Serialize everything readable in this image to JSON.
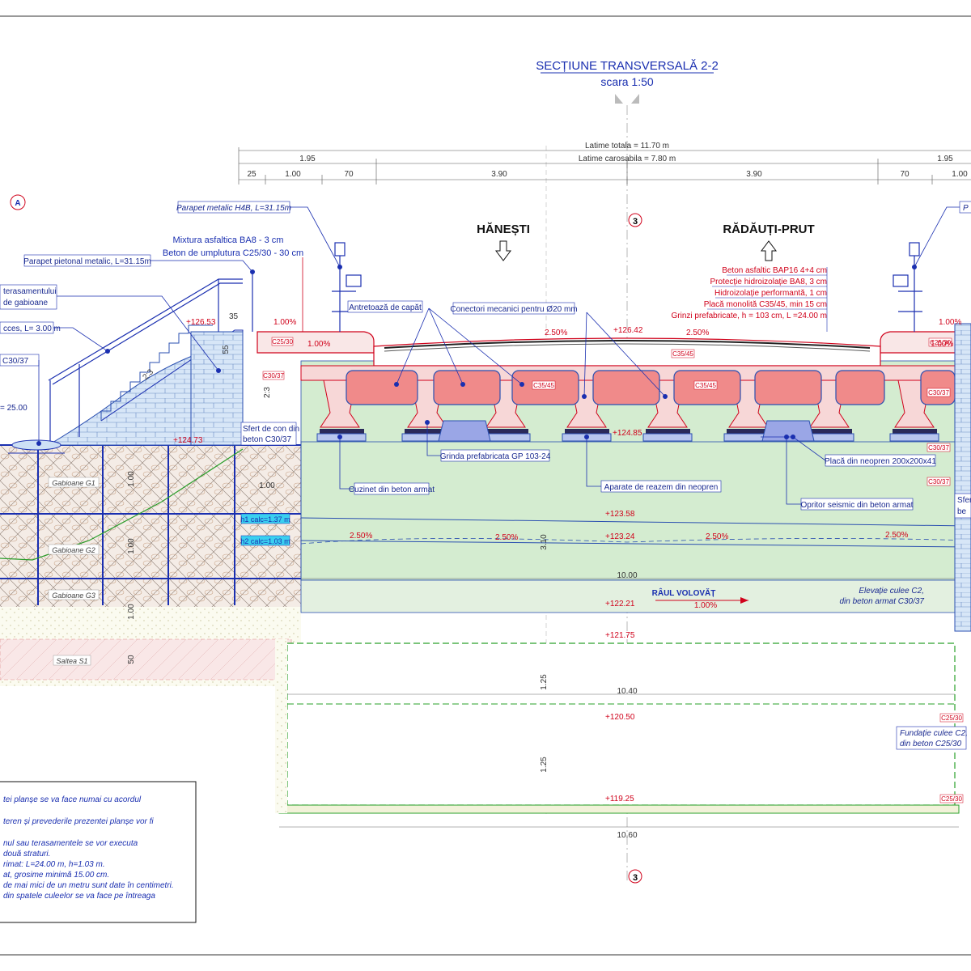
{
  "title": "SECȚIUNE TRANSVERSALĂ  2-2",
  "scale": "scara 1:50",
  "section_marker": "3",
  "abutment_marker": "A",
  "directions": {
    "left": "HĂNEȘTI",
    "right": "RĂDĂUȚI-PRUT"
  },
  "dimensions": {
    "total": "Latime totala = 11.70 m",
    "carriageway": "Latime carosabila = 7.80 m",
    "sidewalk": "1.95",
    "seg_25": "25",
    "seg_100": "1.00",
    "seg_70": "70",
    "lane": "3.90",
    "v_100": "1.00",
    "v_310": "3.10",
    "v_50": "50",
    "v_125": "1.25",
    "v_35": "35",
    "v_55": "55",
    "v_23": "2:3",
    "w_1000": "10.00",
    "w_1040": "10.40",
    "w_1060": "10.60",
    "left_25": "= 25.00"
  },
  "elevations": {
    "e12653": "+126.53",
    "e12642": "+126.42",
    "e12473": "+124.73",
    "e12485": "+124.85",
    "e12358": "+123.58",
    "e12324": "+123.24",
    "e12221": "+122.21",
    "e12175": "+121.75",
    "e12050": "+120.50",
    "e11925": "+119.25"
  },
  "slopes": {
    "s100": "1.00%",
    "s250": "2.50%"
  },
  "left_callouts": {
    "parapet_metal": "Parapet metalic H4B, L=31.15m",
    "mix_asphalt": "Mixtura asfaltica BA8 - 3 cm",
    "fill_concrete": "Beton de umplutura C25/30 - 30 cm",
    "pedestrian_parapet": "Parapet pietonal metalic, L=31.15m",
    "gabion_line1": "terasamentului",
    "gabion_line2": "de gabioane",
    "access": "cces, L= 3.00 m",
    "c3037": "C30/37",
    "cone": "Sfert de con din",
    "cone2": "beton C30/37"
  },
  "right_callouts": {
    "asphalt": "Beton asfaltic BAP16 4+4 cm",
    "protection": "Protecție hidroizolație BA8, 3 cm",
    "waterproof": "Hidroizolație performantă, 1 cm",
    "slab": "Placă monolită C35/45, min 15 cm",
    "girders": "Grinzi prefabricate, h = 103 cm, L =24.00 m",
    "parapet_short": "P"
  },
  "callouts": {
    "end_brace": "Antretoază de capăt",
    "connectors": "Conectori mecanici pentru Ø20 mm",
    "girder": "Grinda prefabricata GP 103-24",
    "neoprene_plate": "Placă din neopren 200x200x41",
    "cushion": "Cuzinet din beton armat",
    "bearings": "Aparate de reazem din neopren",
    "seismic_stop": "Opritor seismic din beton armat",
    "elevation": "Elevație culee C2,",
    "elevation2": "din beton armat C30/37",
    "foundation": "Fundație culee C2,",
    "foundation2": "din beton C25/30",
    "right_cone": "Sfer",
    "right_cone2": "be"
  },
  "classes": {
    "c2530": "C25/30",
    "c3037": "C30/37",
    "c3545": "C35/45"
  },
  "gabions": {
    "g1": "Gabioane G1",
    "g2": "Gabioane G2",
    "g3": "Gabioane G3",
    "s1": "Saltea S1"
  },
  "heights": {
    "h1": "h1 calc=1.37 m",
    "h2": "h2 calc=1.03 m"
  },
  "river": {
    "name": "RÂUL VOLOVĂȚ",
    "slope": "1.00%"
  },
  "notes": [
    "tei planșe se va face numai cu acordul",
    "teren și prevederile prezentei planșe vor fi",
    "nul sau terasamentele se vor executa",
    "două straturi.",
    "rimat: L=24.00 m, h=1.03 m.",
    "at, grosime minimă 15.00 cm.",
    "de mai mici de un metru sunt date în centimetri.",
    "din spatele culeelor se va face pe întreaga"
  ]
}
